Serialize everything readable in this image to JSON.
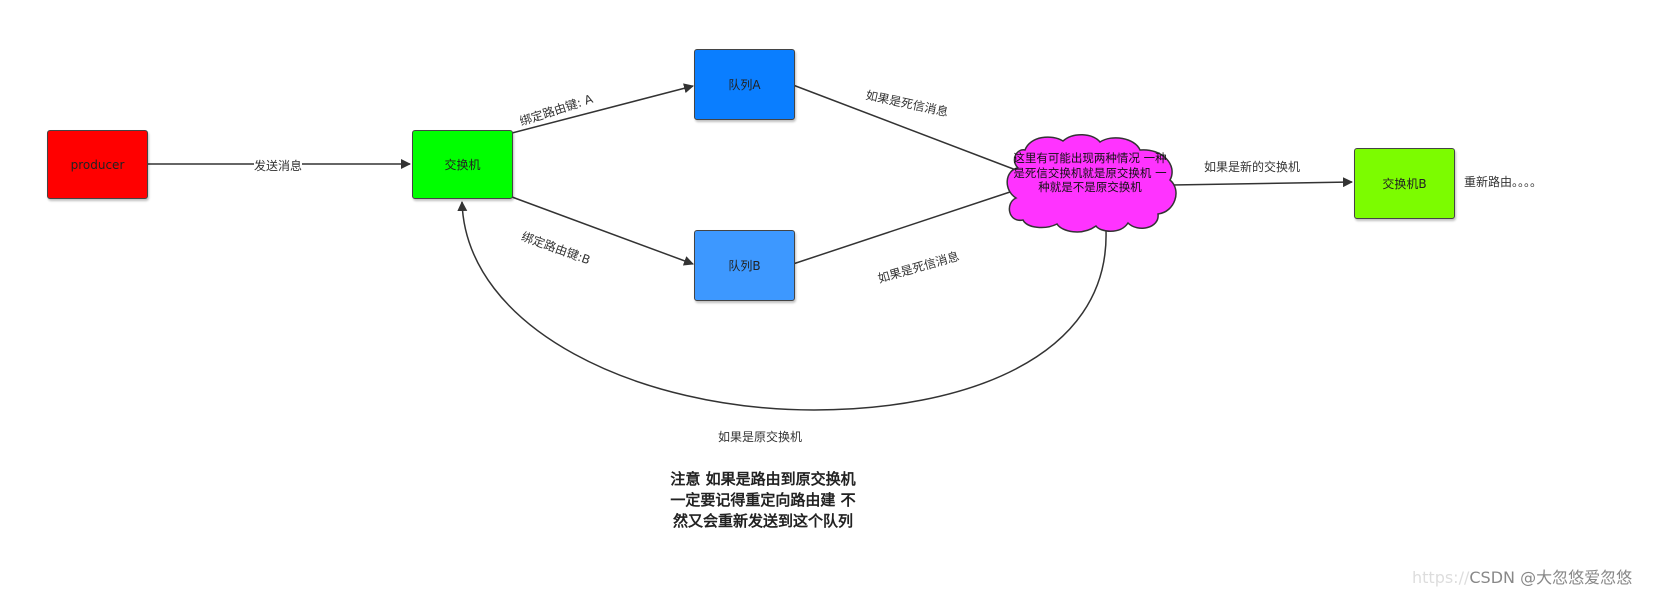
{
  "nodes": {
    "producer": {
      "label": "producer",
      "color": "#ff0000"
    },
    "exchange": {
      "label": "交换机",
      "color": "#00ff00"
    },
    "queue_a": {
      "label": "队列A",
      "color": "#0a7eff"
    },
    "queue_b": {
      "label": "队列B",
      "color": "#3d98ff"
    },
    "exchange_b": {
      "label": "交换机B",
      "color": "#7cfc00"
    },
    "cloud": {
      "text": "这里有可能出现两种情况 一种是死信交换机就是原交换机 一种就是不是原交换机",
      "color": "#ff33ff"
    }
  },
  "edges": {
    "send": "发送消息",
    "bind_a": "绑定路由键: A",
    "bind_b": "绑定路由键:B",
    "dead_a": "如果是死信消息",
    "dead_b": "如果是死信消息",
    "new_exchange": "如果是新的交换机",
    "original_exchange": "如果是原交换机"
  },
  "reroute_label": "重新路由。。。。",
  "note": "注意 如果是路由到原交换机 一定要记得重定向路由建 不然又会重新发送到这个队列",
  "watermark": {
    "faint": "https://",
    "main": "CSDN @大忽悠爱忽悠"
  }
}
